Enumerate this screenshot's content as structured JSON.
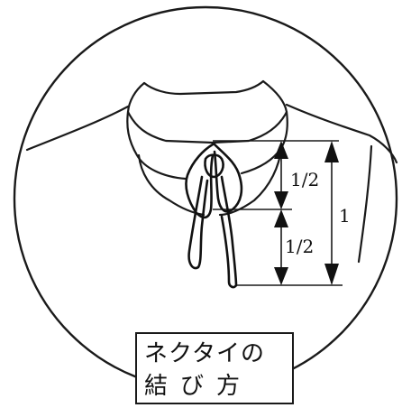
{
  "caption": {
    "line1": "ネクタイの",
    "line2": "結び方"
  },
  "dimensions": {
    "upper_half": "1/2",
    "lower_half": "1/2",
    "total": "1"
  }
}
